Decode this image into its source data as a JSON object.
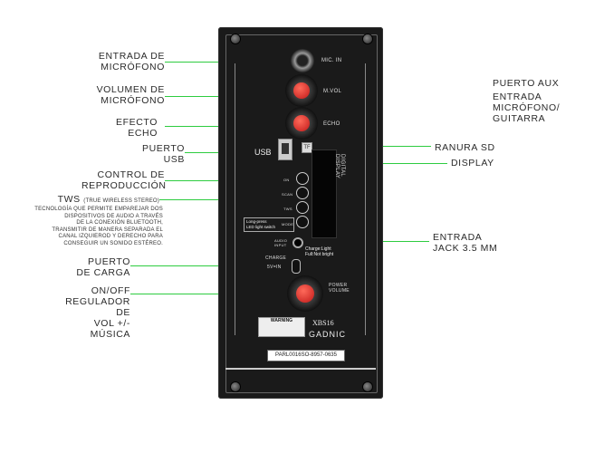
{
  "labels_left": {
    "mic_input": [
      "ENTRADA DE",
      "MICRÓFONO"
    ],
    "mic_volume": [
      "VOLUMEN DE",
      "MICRÓFONO"
    ],
    "echo": [
      "EFECTO",
      "ECHO"
    ],
    "usb_port": [
      "PUERTO",
      "USB"
    ],
    "playback": [
      "CONTROL DE",
      "REPRODUCCIÓN"
    ],
    "tws_title": "TWS",
    "tws_subtitle": "(TRUE WIRELESS STEREO)",
    "tws_desc": [
      "TECNOLOGÍA QUE PERMITE EMPAREJAR DOS",
      "DISPOSITIVOS DE AUDIO A TRAVÉS",
      "DE LA CONEXIÓN BLUETOOTH,",
      "TRANSMITIR DE MANERA SEPARADA EL",
      "CANAL IZQUIEROD Y DERECHO PARA",
      "CONSEGUIR UN SONIDO ESTÉREO."
    ],
    "charge_port": [
      "PUERTO",
      "DE CARGA"
    ],
    "power": [
      "ON/OFF",
      "REGULADOR DE",
      "VOL +/- MÚSICA"
    ]
  },
  "labels_right": {
    "aux": [
      "PUERTO AUX",
      "ENTRADA",
      "MICRÓFONO/",
      "GUITARRA"
    ],
    "sd": "RANURA SD",
    "display": "DISPLAY",
    "jack": [
      "ENTRADA",
      "JACK 3.5 MM"
    ]
  },
  "panel": {
    "mic_in": "MIC. IN",
    "m_vol": "M.VOL",
    "echo": "ECHO",
    "usb": "USB",
    "sd": "TF",
    "digital_display": "DIGITAL DISPLAY",
    "on": "ON",
    "scan": "SCAN",
    "tws": "TWS",
    "mode": "MODE",
    "long_press": "Long-press",
    "led_switch": "LED light switch",
    "audio_input": "AUDIO INPUT",
    "charge_light": "Charge:Light",
    "full_not_bright": "Full:Not bright",
    "charge": "CHARGE",
    "five_v": "5V=IN",
    "power": "POWER",
    "volume": "VOLUME",
    "warning": "WARNING",
    "model": "XBS16",
    "brand": "GADNIC",
    "serial": "PARL0016SO-8957-0635"
  },
  "colors": {
    "accent_line": "#2ecc40",
    "knob": "#d62020",
    "panel": "#1a1a1a"
  }
}
